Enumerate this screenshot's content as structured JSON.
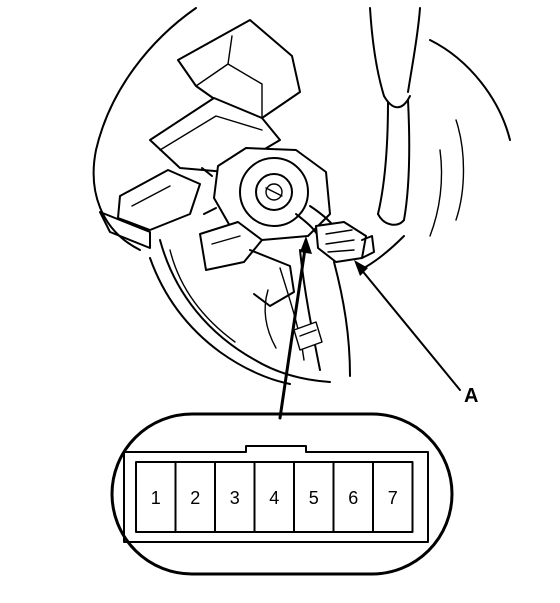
{
  "callout": {
    "label": "A"
  },
  "connector": {
    "terminals": [
      "1",
      "2",
      "3",
      "4",
      "5",
      "6",
      "7"
    ]
  }
}
